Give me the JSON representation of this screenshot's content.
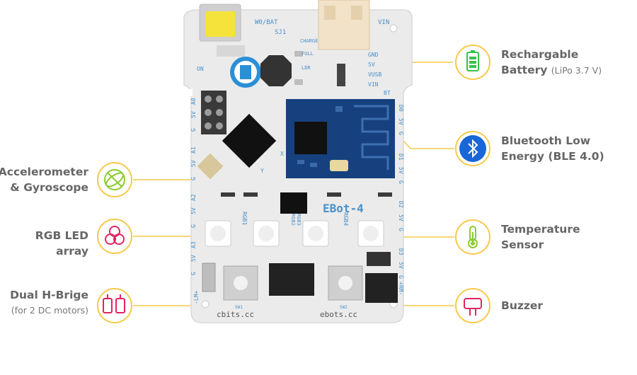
{
  "left_labels": [
    {
      "id": "accel",
      "line1": "Accelerometer",
      "line2": "& Gyroscope",
      "sub": ""
    },
    {
      "id": "rgb",
      "line1": "RGB LED",
      "line2": "array",
      "sub": ""
    },
    {
      "id": "hbridge",
      "line1": "Dual H-Brige",
      "line2": "",
      "sub": "(for 2 DC motors)"
    }
  ],
  "right_labels": [
    {
      "id": "battery",
      "line1": "Rechargable",
      "line2": "Battery",
      "sub": "(LiPo 3.7 V)"
    },
    {
      "id": "ble",
      "line1": "Bluetooth Low",
      "line2": "Energy (BLE 4.0)",
      "sub": ""
    },
    {
      "id": "temp",
      "line1": "Temperature",
      "line2": "Sensor",
      "sub": ""
    },
    {
      "id": "buzzer",
      "line1": "Buzzer",
      "line2": "",
      "sub": ""
    }
  ],
  "board": {
    "name": "EBot-4",
    "url_left": "cbits.cc",
    "url_right": "ebots.cc",
    "silkscreen": {
      "w0bat": "W0/BAT",
      "sj1": "SJ1",
      "vin_top": "VIN",
      "charge": "CHARGE",
      "full": "FULL",
      "ldr": "LDR",
      "on": "ON",
      "gnd": "GND",
      "v5": "5V",
      "vusb": "VUSB",
      "vin": "VIN",
      "bt": "BT",
      "x": "X",
      "y": "Y",
      "rgb1": "RGB1",
      "rgb2": "RGB2",
      "rgb3": "RGB3",
      "rgb4": "RGB4",
      "sw1": "SW1",
      "sw2": "SW2",
      "rm": "+RM-",
      "lm": "-LM+",
      "left_pins": [
        "A0",
        "5V",
        "G",
        "A1",
        "5V",
        "G",
        "A2",
        "5V",
        "G",
        "A3",
        "5V",
        "G"
      ],
      "right_pins": [
        "D0",
        "5V",
        "G",
        "D1",
        "5V",
        "G",
        "D2",
        "5V",
        "G",
        "D3",
        "5V",
        "G"
      ]
    }
  },
  "colors": {
    "accent_yellow": "#f6c94a",
    "battery_green": "#35c24a",
    "ble_blue": "#1966d6",
    "sensor_green": "#8bcb2c",
    "led_pink": "#e0245e",
    "board": "#ececec",
    "label_gray": "#666666"
  },
  "icons": {
    "battery": "battery-icon",
    "ble": "bluetooth-icon",
    "temp": "thermometer-icon",
    "buzzer": "buzzer-icon",
    "accel": "gyroscope-icon",
    "rgb": "rgb-circles-icon",
    "hbridge": "motors-icon"
  }
}
